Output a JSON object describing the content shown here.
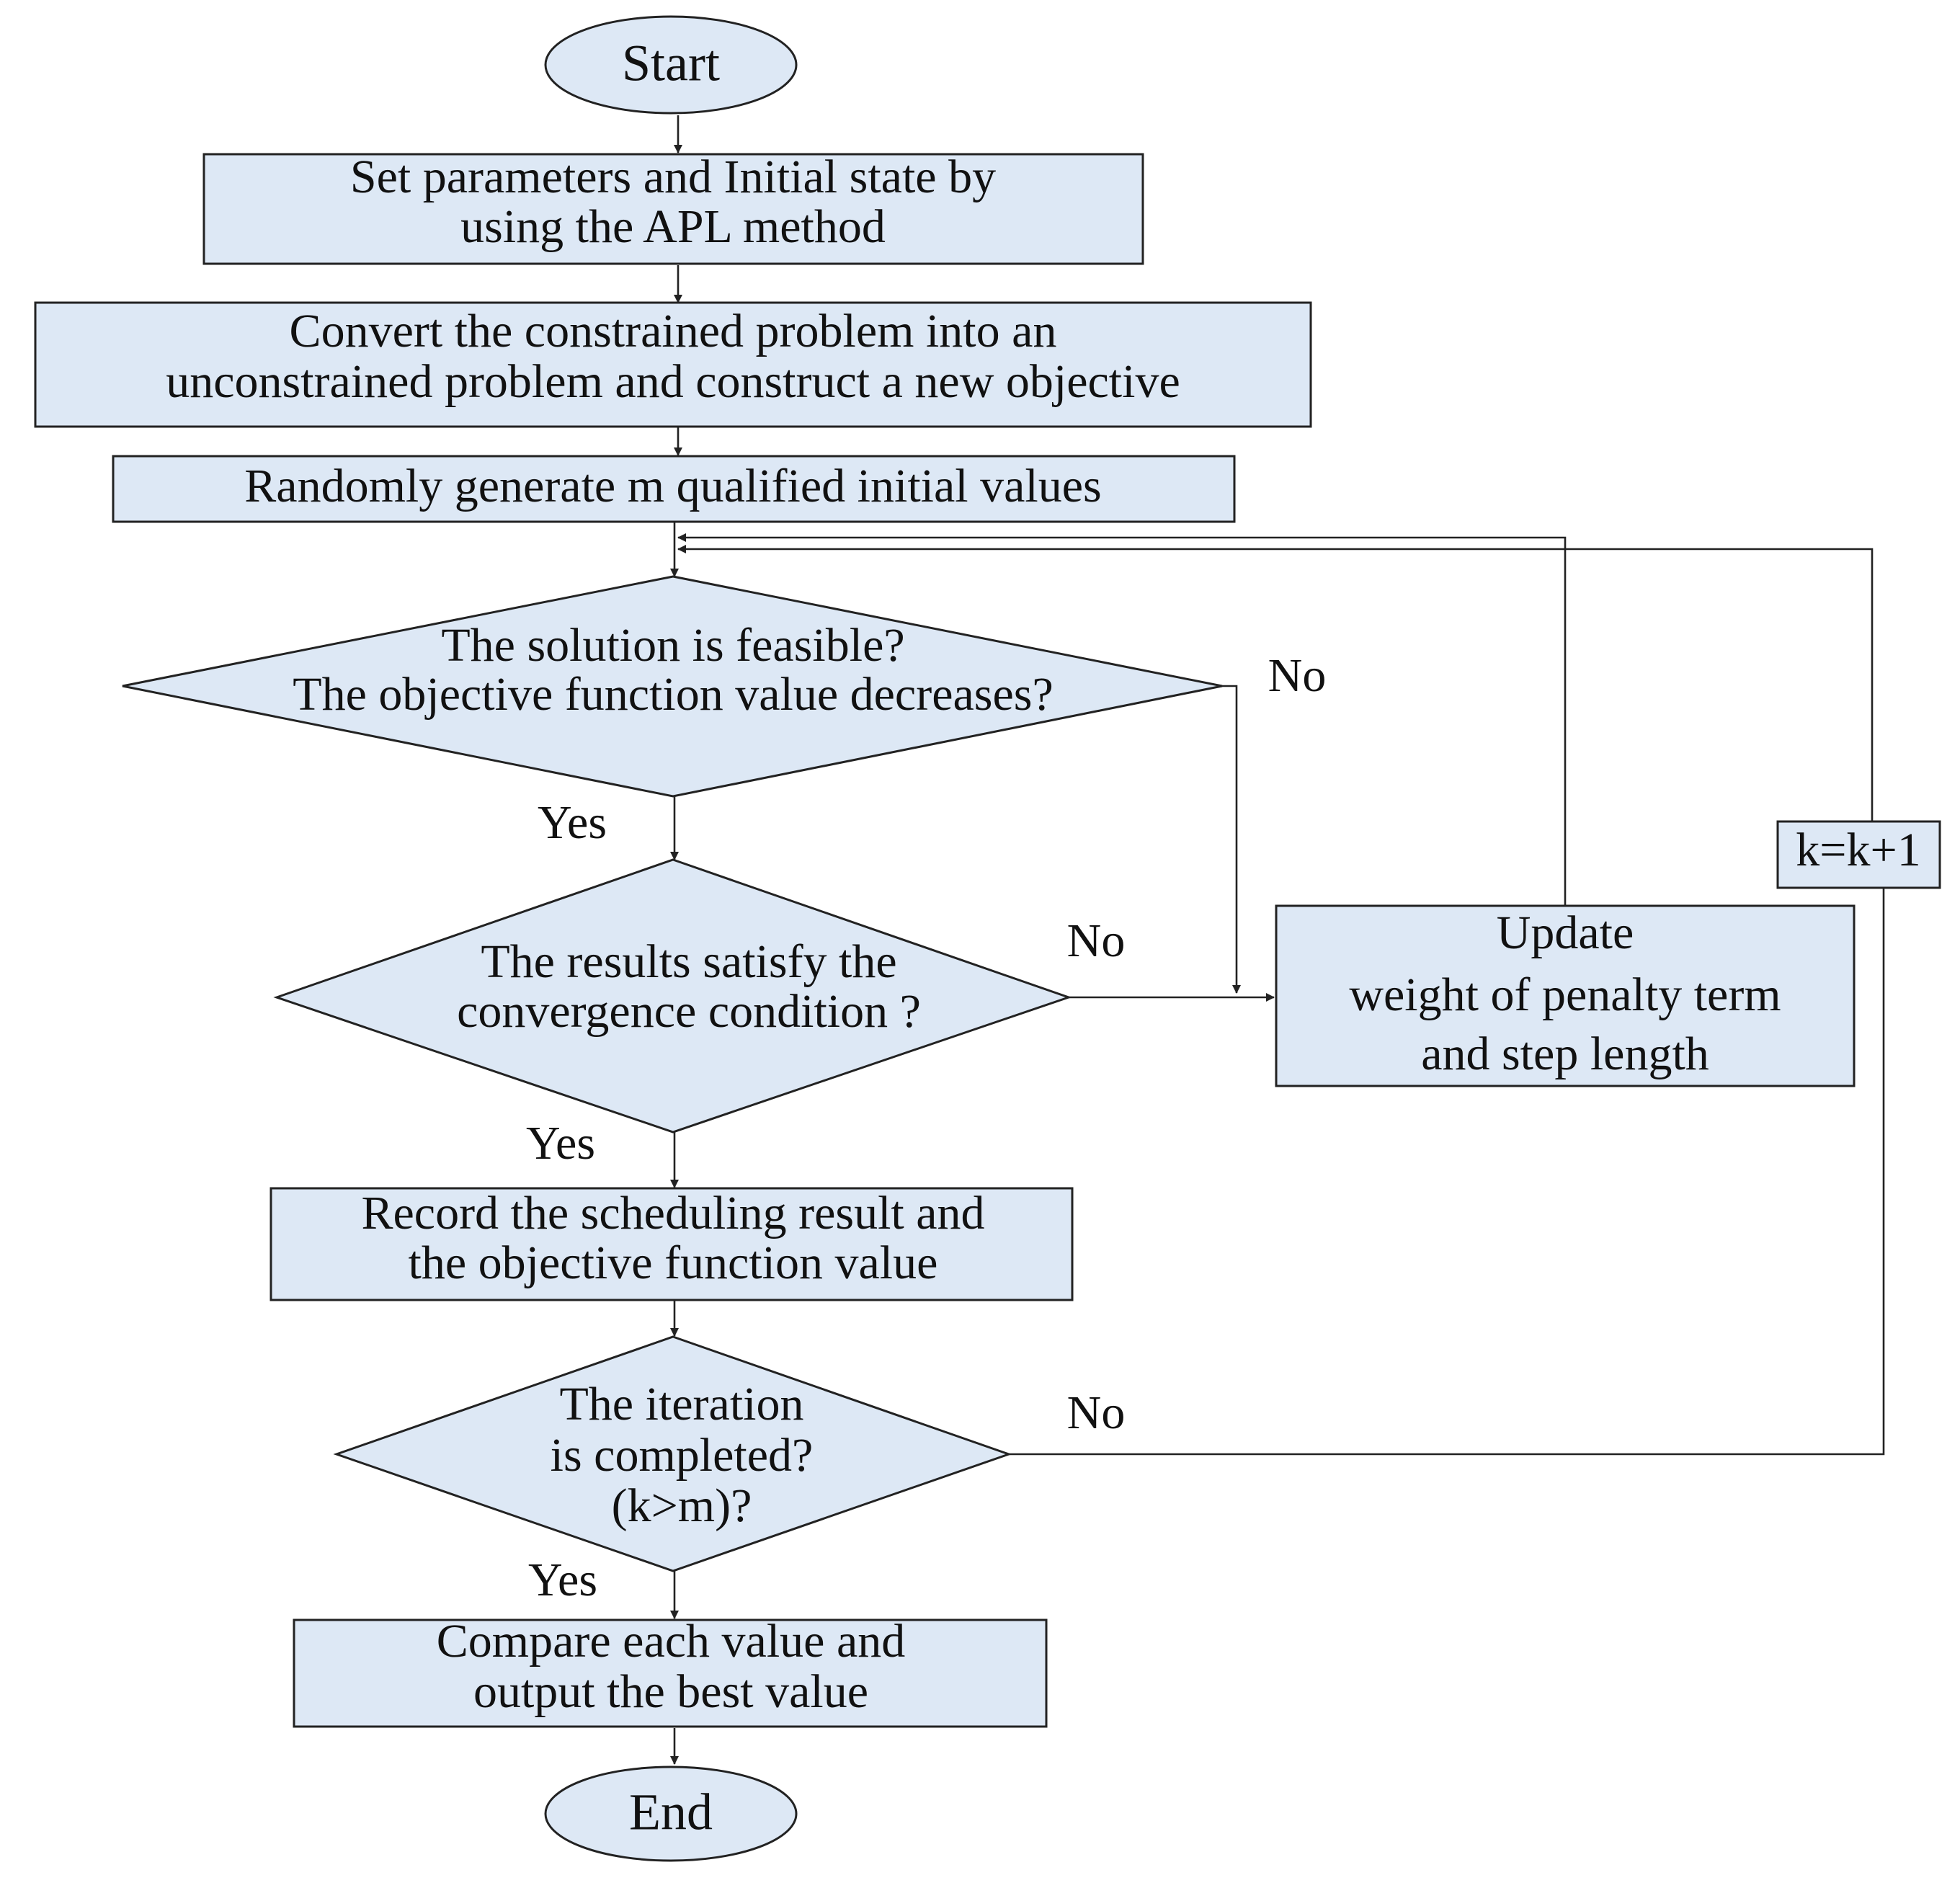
{
  "flowchart": {
    "start": "Start",
    "set_params": [
      "Set parameters  and Initial state by",
      "using the APL method"
    ],
    "convert": [
      "Convert  the constrained  problem  into an",
      "unconstrained  problem and construct  a new objective"
    ],
    "random_gen": "Randomly  generate  m qualified  initial  values",
    "feasible_decision": [
      "The solution  is feasible?",
      "The objective  function  value decreases?"
    ],
    "convergence_decision": [
      "The results satisfy  the",
      "convergence  condition  ?"
    ],
    "update": [
      "Update",
      "weight  of penalty  term",
      "and step length"
    ],
    "record": [
      "Record  the scheduling  result  and",
      "the objective  function  value"
    ],
    "iteration_decision": [
      "The iteration",
      "is completed?",
      "(k>m)?"
    ],
    "compare": [
      "Compare  each value and",
      "output the best value"
    ],
    "end": "End",
    "counter": "k=k+1"
  },
  "edge_labels": {
    "feasible_no": "No",
    "feasible_yes": "Yes",
    "convergence_no": "No",
    "convergence_yes": "Yes",
    "iteration_no": "No",
    "iteration_yes": "Yes"
  },
  "colors": {
    "fill": "#dde8f5",
    "stroke": "#222222"
  }
}
